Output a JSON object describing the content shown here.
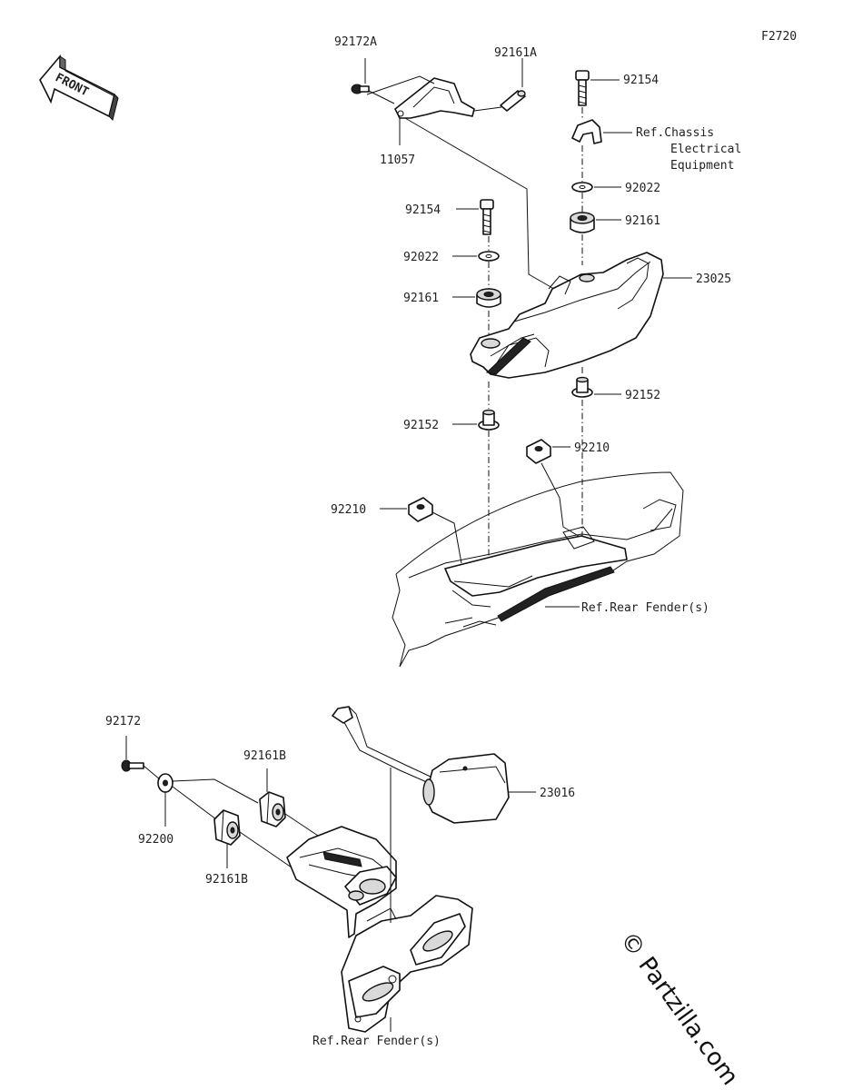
{
  "diagram_code": "F2720",
  "front_label": "FRONT",
  "watermark": "© Partzilla.com",
  "labels": {
    "p92172A": "92172A",
    "p92161A": "92161A",
    "p11057": "11057",
    "p92154_top": "92154",
    "ref_chassis_1": "Ref.Chassis",
    "ref_chassis_2": "Electrical",
    "ref_chassis_3": "Equipment",
    "p92022_right": "92022",
    "p92161_right": "92161",
    "p92154_left": "92154",
    "p92022_left": "92022",
    "p92161_left": "92161",
    "p23025": "23025",
    "p92152_right": "92152",
    "p92152_left": "92152",
    "p92210_right": "92210",
    "p92210_left": "92210",
    "ref_rear_fender_1": "Ref.Rear Fender(s)",
    "p92172": "92172",
    "p92161B_top": "92161B",
    "p92200": "92200",
    "p92161B_bottom": "92161B",
    "p23016": "23016",
    "ref_rear_fender_2": "Ref.Rear Fender(s)"
  }
}
